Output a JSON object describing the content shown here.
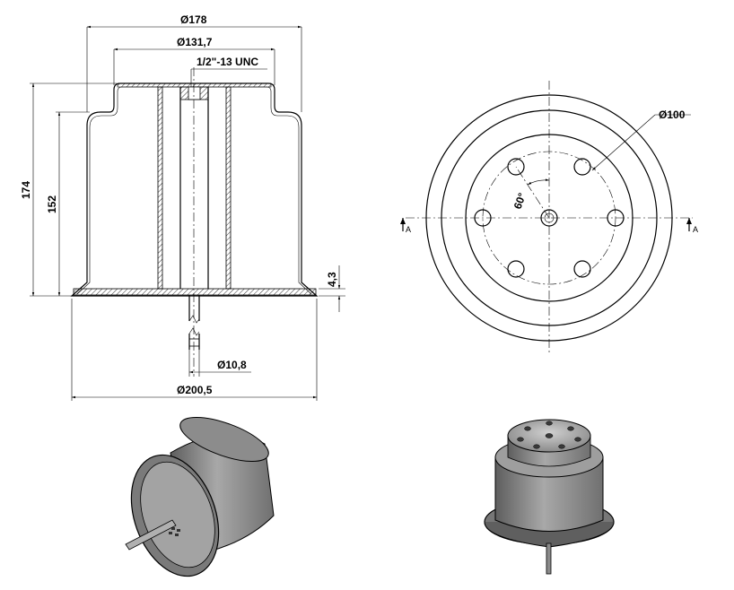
{
  "front_view": {
    "dim_top_diameter": "178",
    "dim_inner_diameter": "131,7",
    "dim_thread": "1/2\"-13 UNC",
    "dim_height_total": "174",
    "dim_height_body": "152",
    "dim_flange": "4,3",
    "dim_rod_diameter": "10,8",
    "dim_base_diameter": "200,5",
    "diameter_symbol": "Ø"
  },
  "top_view": {
    "dim_bolt_circle": "100",
    "dim_angle": "60°",
    "section_label_left": "A",
    "section_label_right": "A",
    "diameter_symbol": "Ø"
  },
  "iso_views": {
    "left": "isometric-bottom-view",
    "right": "isometric-top-view"
  },
  "colors": {
    "line": "#000000",
    "body_dark": "#6f6f6f",
    "body_mid": "#9a9a9a",
    "body_light": "#c4c4c4"
  }
}
